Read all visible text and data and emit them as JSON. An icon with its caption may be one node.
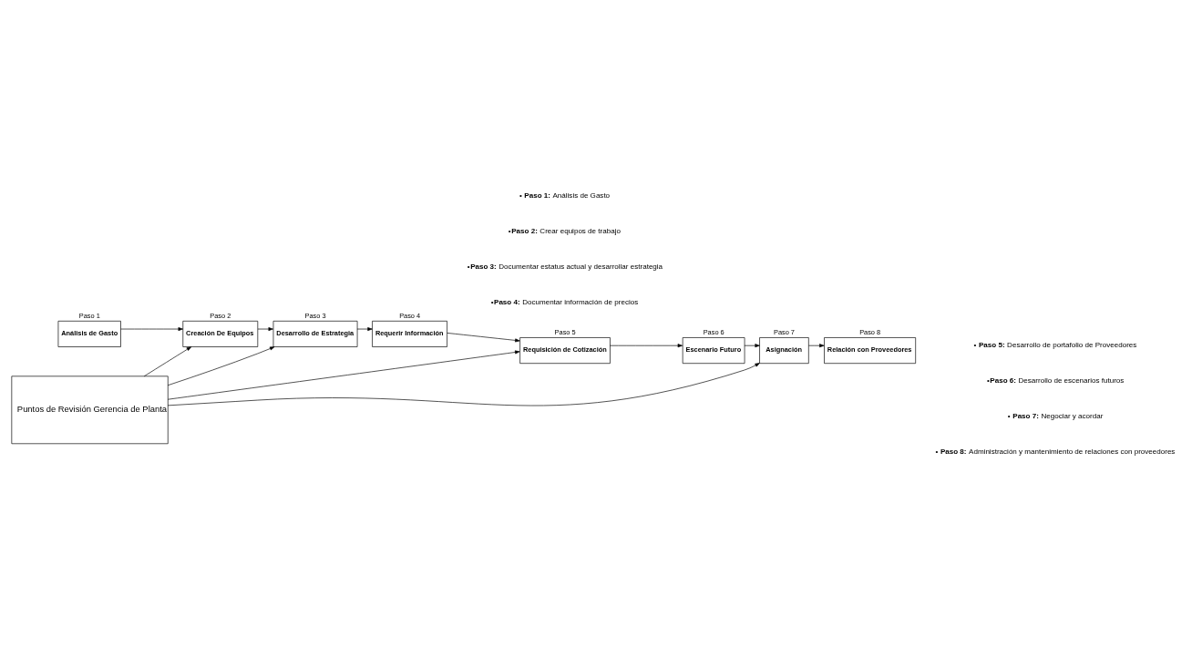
{
  "diagram": {
    "nodes": [
      {
        "text": [
          "Puntos de Revisión Gerencia de Planta"
        ]
      },
      {
        "text": [
          "Análisis de Gasto"
        ],
        "beside": [
          "Paso 1"
        ]
      },
      {
        "text": [
          "Creación De Equipos"
        ],
        "beside": [
          "Paso 2"
        ]
      },
      {
        "text": [
          "Desarrollo de Estrategia"
        ],
        "beside": [
          "Paso 3"
        ]
      },
      {
        "text": [
          "Requerir Información"
        ],
        "beside": [
          "Paso 4"
        ]
      },
      {
        "text": [
          "Requisición de Cotización"
        ],
        "beside": [
          "Paso 5"
        ]
      },
      {
        "text": [
          "Escenario Futuro"
        ],
        "beside": [
          "Paso 6"
        ]
      },
      {
        "text": [
          "Asignación"
        ],
        "beside": [
          "Paso 7"
        ]
      },
      {
        "text": [
          "Relación con Proveedores"
        ],
        "beside": [
          "Paso 8"
        ]
      }
    ],
    "edges": [
      {
        "from": 1,
        "to": 2,
        "arrow": "to"
      },
      {
        "from": 2,
        "to": 3,
        "arrow": "to"
      },
      {
        "from": 3,
        "to": 4,
        "arrow": "to"
      },
      {
        "from": 4,
        "to": 5,
        "arrow": "to"
      },
      {
        "from": 5,
        "to": 6,
        "arrow": "to"
      },
      {
        "from": 6,
        "to": 7,
        "arrow": "to"
      },
      {
        "from": 7,
        "to": 8,
        "arrow": "to"
      },
      {
        "from": 0,
        "to": 2,
        "arrow": "to"
      },
      {
        "from": 0,
        "to": 3,
        "arrow": "to"
      },
      {
        "from": 0,
        "to": 5,
        "arrow": "to"
      },
      {
        "from": 0,
        "to": 7,
        "arrow": "to"
      }
    ],
    "labels": [
      "• **Paso 5:** Desarrollo de portafolio de Proveedores",
      "•**Paso 6:** Desarrollo de escenarios futuros",
      "• **Paso 7:** Negociar y acordar",
      "• **Paso 8:** Administración y mantenimiento de relaciones con proveedores",
      "• **Paso 1:** Análisis de Gasto",
      "•**Paso 2:** Crear equipos de trabajo",
      "•**Paso 3:** Documentar estatus actual y desarrollar estrategia",
      "•**Paso 4:** Documentar información de precios"
    ]
  }
}
